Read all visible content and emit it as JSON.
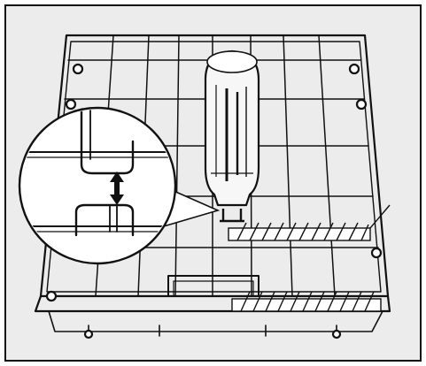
{
  "illustration": {
    "subject": "dishwasher-rack-with-bottle",
    "panel_color": "#ececec",
    "line_color": "#111111",
    "glass_fill": "#f7f7f7",
    "callout_fill": "#ffffff",
    "icons": [
      "wire-rack",
      "bottle",
      "height-adjust-arrow",
      "magnified-callout",
      "cutlery-spikes"
    ]
  }
}
